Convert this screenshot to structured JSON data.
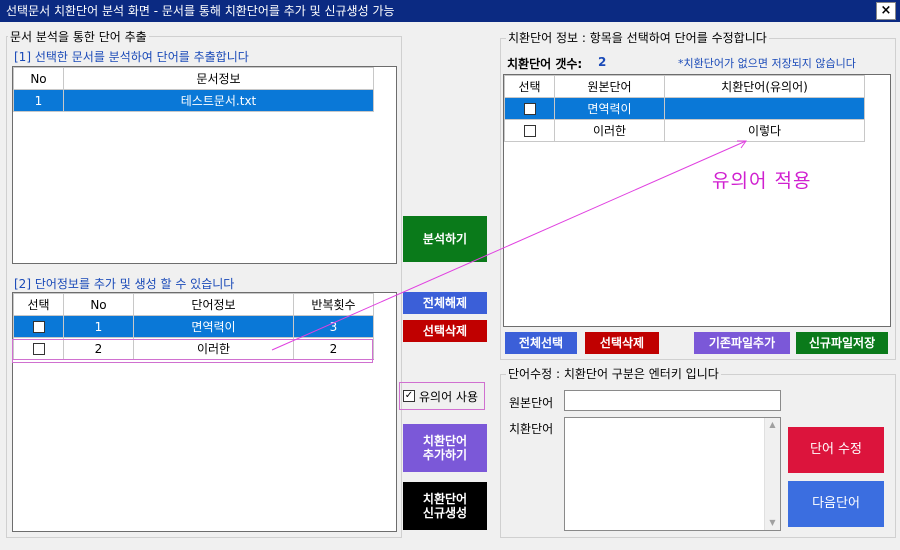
{
  "window": {
    "title": "선택문서 치환단어 분석 화면 - 문서를 통해 치환단어를 추가 및 신규생성 가능",
    "close_label": "×"
  },
  "left": {
    "group_title": "문서 분석을 통한 단어 추출",
    "section1_label": "[1] 선택한 문서를 분석하여 단어를 추출합니다",
    "doc_table": {
      "headers": [
        "No",
        "문서정보"
      ],
      "rows": [
        [
          "1",
          "테스트문서.txt"
        ]
      ]
    },
    "section2_label": "[2] 단어정보를 추가 및 생성 할 수 있습니다",
    "word_table": {
      "headers": [
        "선택",
        "No",
        "단어정보",
        "반복횟수"
      ],
      "rows": [
        [
          "",
          "1",
          "면역력이",
          "3"
        ],
        [
          "",
          "2",
          "이러한",
          "2"
        ]
      ]
    }
  },
  "middle": {
    "analyze_button": "분석하기",
    "deselect_all_button": "전체해제",
    "delete_selected_button": "선택삭제",
    "synonym_checkbox_label": "유의어 사용",
    "add_replacement_button": "치환단어\n추가하기",
    "new_replacement_button": "치환단어\n신규생성"
  },
  "right": {
    "group_title": "치환단어 정보 : 항목을 선택하여 단어를 수정합니다",
    "count_label": "치환단어 갯수:",
    "count_value": "2",
    "note": "*치환단어가 없으면 저장되지 않습니다",
    "table": {
      "headers": [
        "선택",
        "원본단어",
        "치환단어(유의어)"
      ],
      "rows": [
        [
          "",
          "면역력이",
          ""
        ],
        [
          "",
          "이러한",
          "이렇다"
        ]
      ]
    },
    "annotation": "유의어 적용",
    "select_all_button": "전체선택",
    "delete_selected_button": "선택삭제",
    "add_existing_button": "기존파일추가",
    "save_new_button": "신규파일저장"
  },
  "edit": {
    "group_title": "단어수정 : 치환단어 구분은 엔터키 입니다",
    "original_label": "원본단어",
    "original_value": "",
    "replacement_label": "치환단어",
    "replacement_value": "",
    "modify_button": "단어 수정",
    "next_button": "다음단어"
  },
  "colors": {
    "titlebar": "#0b2a82",
    "selection": "#0a78d7",
    "green": "#0a7a1a",
    "blue": "#3b5fd8",
    "red": "#c00000",
    "purple": "#7b58d8",
    "crimson": "#dc143c",
    "annotation": "#d020d0"
  }
}
